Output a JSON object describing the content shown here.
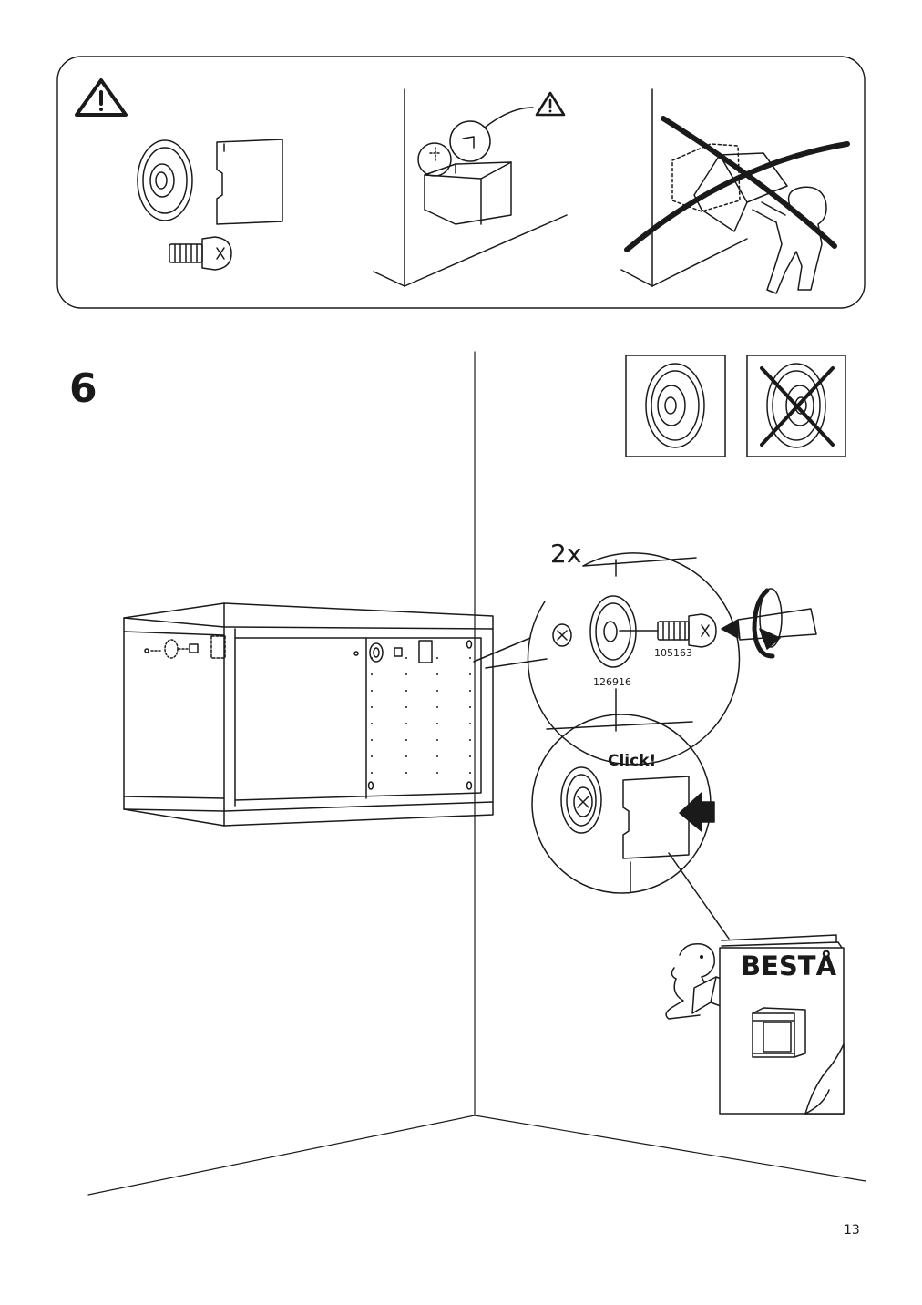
{
  "page": {
    "step_number": "6",
    "quantity_label": "2x",
    "page_number": "13"
  },
  "parts": [
    {
      "id": "126916",
      "icon": "mounting-plate-icon"
    },
    {
      "id": "105163",
      "icon": "screw-icon"
    }
  ],
  "callout": {
    "click_label": "Click!"
  },
  "manual": {
    "title": "BESTÅ"
  },
  "icons": [
    "warning-icon",
    "mounting-plate-icon",
    "screw-icon",
    "bracket-icon",
    "cross-out-icon",
    "screwdriver-icon",
    "rotate-arrow-icon",
    "push-arrow-icon",
    "person-reading-icon",
    "manual-book-icon"
  ],
  "colors": {
    "ink": "#1a1a1a",
    "paper": "#ffffff"
  }
}
